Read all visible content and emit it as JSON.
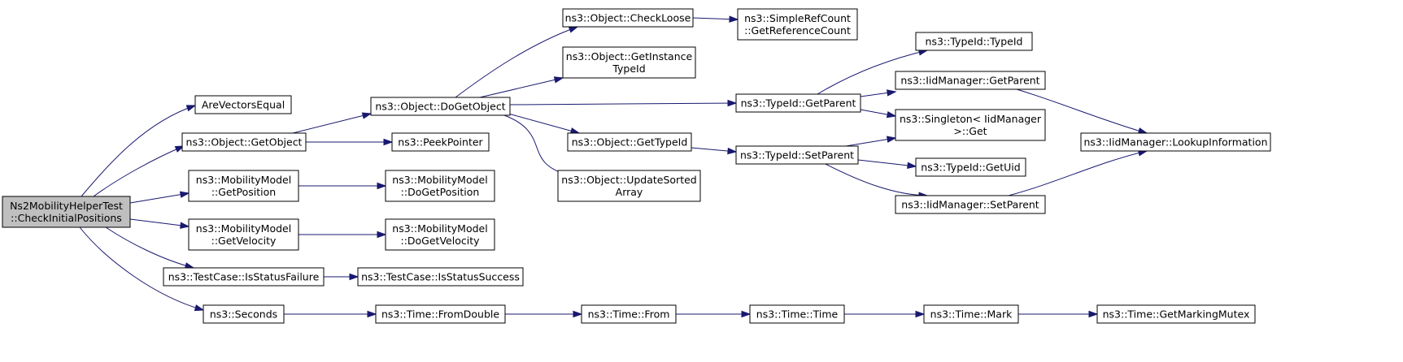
{
  "nodes": [
    {
      "id": "n0",
      "lines": [
        "Ns2MobilityHelperTest",
        "::CheckInitialPositions"
      ],
      "root": true
    },
    {
      "id": "n1",
      "lines": [
        "AreVectorsEqual"
      ]
    },
    {
      "id": "n2",
      "lines": [
        "ns3::Object::GetObject"
      ]
    },
    {
      "id": "n3",
      "lines": [
        "ns3::MobilityModel",
        "::GetPosition"
      ]
    },
    {
      "id": "n4",
      "lines": [
        "ns3::MobilityModel",
        "::GetVelocity"
      ]
    },
    {
      "id": "n5",
      "lines": [
        "ns3::TestCase::IsStatusFailure"
      ]
    },
    {
      "id": "n6",
      "lines": [
        "ns3::Seconds"
      ]
    },
    {
      "id": "n7",
      "lines": [
        "ns3::Object::DoGetObject"
      ]
    },
    {
      "id": "n8",
      "lines": [
        "ns3::PeekPointer"
      ]
    },
    {
      "id": "n9",
      "lines": [
        "ns3::MobilityModel",
        "::DoGetPosition"
      ]
    },
    {
      "id": "n10",
      "lines": [
        "ns3::MobilityModel",
        "::DoGetVelocity"
      ]
    },
    {
      "id": "n11",
      "lines": [
        "ns3::TestCase::IsStatusSuccess"
      ]
    },
    {
      "id": "n12",
      "lines": [
        "ns3::Time::FromDouble"
      ]
    },
    {
      "id": "n13",
      "lines": [
        "ns3::Object::CheckLoose"
      ]
    },
    {
      "id": "n14",
      "lines": [
        "ns3::Object::GetInstance",
        "TypeId"
      ]
    },
    {
      "id": "n15",
      "lines": [
        "ns3::Object::GetTypeId"
      ]
    },
    {
      "id": "n16",
      "lines": [
        "ns3::Object::UpdateSorted",
        "Array"
      ]
    },
    {
      "id": "n17",
      "lines": [
        "ns3::TypeId::GetParent"
      ]
    },
    {
      "id": "n18",
      "lines": [
        "ns3::Time::From"
      ]
    },
    {
      "id": "n19",
      "lines": [
        "ns3::SimpleRefCount",
        "::GetReferenceCount"
      ]
    },
    {
      "id": "n20",
      "lines": [
        "ns3::TypeId::SetParent"
      ]
    },
    {
      "id": "n21",
      "lines": [
        "ns3::Time::Time"
      ]
    },
    {
      "id": "n22",
      "lines": [
        "ns3::TypeId::TypeId"
      ]
    },
    {
      "id": "n23",
      "lines": [
        "ns3::IidManager::GetParent"
      ]
    },
    {
      "id": "n24",
      "lines": [
        "ns3::Singleton< IidManager",
        " >::Get"
      ]
    },
    {
      "id": "n25",
      "lines": [
        "ns3::TypeId::GetUid"
      ]
    },
    {
      "id": "n26",
      "lines": [
        "ns3::IidManager::SetParent"
      ]
    },
    {
      "id": "n27",
      "lines": [
        "ns3::Time::Mark"
      ]
    },
    {
      "id": "n28",
      "lines": [
        "ns3::IidManager::LookupInformation"
      ]
    },
    {
      "id": "n29",
      "lines": [
        "ns3::Time::GetMarkingMutex"
      ]
    }
  ],
  "edges": [
    [
      "n0",
      "n1"
    ],
    [
      "n0",
      "n2"
    ],
    [
      "n0",
      "n3"
    ],
    [
      "n0",
      "n4"
    ],
    [
      "n0",
      "n5"
    ],
    [
      "n0",
      "n6"
    ],
    [
      "n2",
      "n7"
    ],
    [
      "n2",
      "n8"
    ],
    [
      "n3",
      "n9"
    ],
    [
      "n4",
      "n10"
    ],
    [
      "n5",
      "n11"
    ],
    [
      "n6",
      "n12"
    ],
    [
      "n7",
      "n13"
    ],
    [
      "n7",
      "n14"
    ],
    [
      "n7",
      "n15"
    ],
    [
      "n7",
      "n16"
    ],
    [
      "n7",
      "n17"
    ],
    [
      "n12",
      "n18"
    ],
    [
      "n13",
      "n19"
    ],
    [
      "n15",
      "n20"
    ],
    [
      "n17",
      "n22"
    ],
    [
      "n17",
      "n23"
    ],
    [
      "n17",
      "n24"
    ],
    [
      "n18",
      "n21"
    ],
    [
      "n20",
      "n24"
    ],
    [
      "n20",
      "n25"
    ],
    [
      "n20",
      "n26"
    ],
    [
      "n21",
      "n27"
    ],
    [
      "n23",
      "n28"
    ],
    [
      "n26",
      "n28"
    ],
    [
      "n27",
      "n29"
    ]
  ]
}
